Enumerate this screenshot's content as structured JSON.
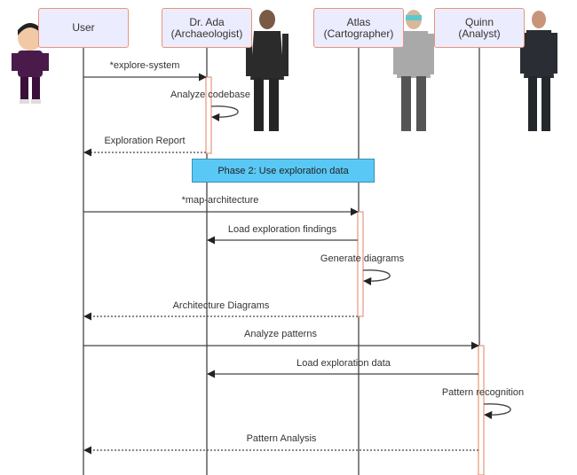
{
  "diagram": {
    "type": "sequence",
    "participants": [
      {
        "id": "user",
        "name": "User",
        "role": ""
      },
      {
        "id": "ada",
        "name": "Dr. Ada",
        "role": "(Archaeologist)"
      },
      {
        "id": "atlas",
        "name": "Atlas",
        "role": "(Cartographer)"
      },
      {
        "id": "quinn",
        "name": "Quinn",
        "role": "(Analyst)"
      }
    ],
    "note": {
      "text": "Phase 2: Use exploration data",
      "color": "#5ac8f5"
    },
    "messages": [
      {
        "from": "user",
        "to": "ada",
        "text": "*explore-system",
        "style": "solid"
      },
      {
        "from": "ada",
        "to": "ada",
        "text": "Analyze codebase",
        "style": "self"
      },
      {
        "from": "ada",
        "to": "user",
        "text": "Exploration Report",
        "style": "dotted"
      },
      {
        "from": "user",
        "to": "atlas",
        "text": "*map-architecture",
        "style": "solid"
      },
      {
        "from": "atlas",
        "to": "ada",
        "text": "Load exploration findings",
        "style": "solid"
      },
      {
        "from": "atlas",
        "to": "atlas",
        "text": "Generate diagrams",
        "style": "self"
      },
      {
        "from": "atlas",
        "to": "user",
        "text": "Architecture Diagrams",
        "style": "dotted"
      },
      {
        "from": "user",
        "to": "quinn",
        "text": "Analyze patterns",
        "style": "solid"
      },
      {
        "from": "quinn",
        "to": "ada",
        "text": "Load exploration data",
        "style": "solid"
      },
      {
        "from": "quinn",
        "to": "quinn",
        "text": "Pattern recognition",
        "style": "self"
      },
      {
        "from": "quinn",
        "to": "user",
        "text": "Pattern Analysis",
        "style": "dotted"
      }
    ],
    "colors": {
      "actor_fill": "#ececff",
      "actor_border": "#e8957a",
      "activation": "#e8957a",
      "line": "#444444"
    }
  }
}
